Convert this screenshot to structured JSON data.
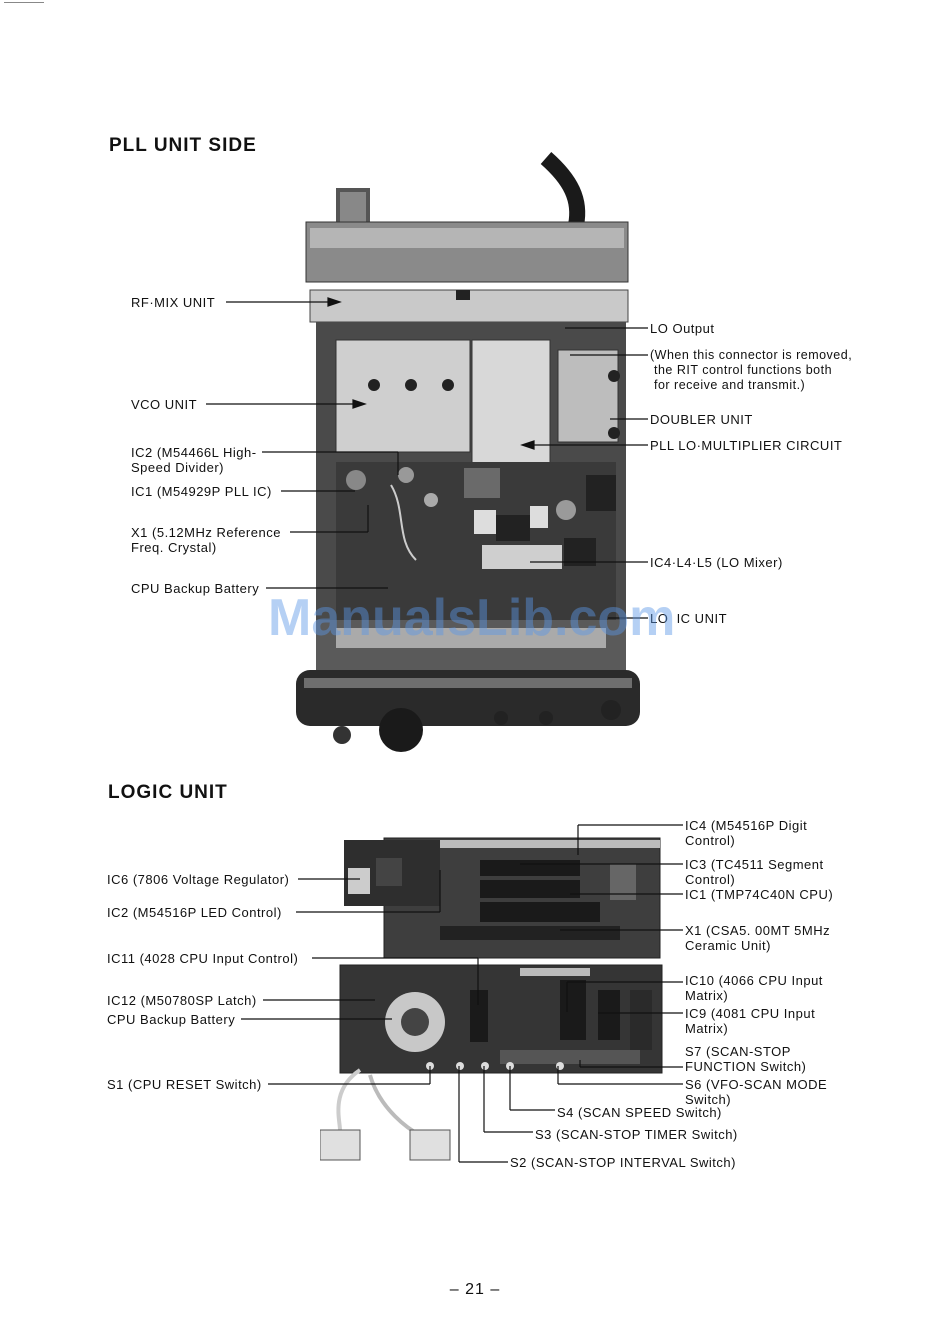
{
  "colors": {
    "ink": "#111111",
    "chassis_dark": "#2a2a2a",
    "chassis_mid": "#6e6e6e",
    "board_dark": "#3a3a3a",
    "shield_light": "#cfcfcf",
    "watermark": "#5a96e6"
  },
  "pll_section": {
    "title": "PLL UNIT SIDE",
    "labels_left": {
      "rf_mix": "RF·MIX UNIT",
      "vco": "VCO UNIT",
      "ic2": "IC2 (M54466L High-\nSpeed Divider)",
      "ic1": "IC1 (M54929P PLL IC)",
      "x1": "X1 (5.12MHz Reference\nFreq. Crystal)",
      "cpu_battery": "CPU Backup Battery"
    },
    "labels_right": {
      "lo_output": "LO Output",
      "lo_note": "(When this connector is removed,\n the RIT control functions both\n for receive and transmit.)",
      "doubler": "DOUBLER UNIT",
      "pll_lo_mult": "PLL LO·MULTIPLIER CIRCUIT",
      "ic4": "IC4·L4·L5 (LO Mixer)",
      "lo_unit": "LO  IC UNIT"
    }
  },
  "logic_section": {
    "title": "LOGIC UNIT",
    "labels_left": {
      "ic6": "IC6 (7806 Voltage Regulator)",
      "ic2": "IC2 (M54516P LED Control)",
      "ic11": "IC11 (4028 CPU Input Control)",
      "ic12": "IC12 (M50780SP Latch)",
      "cpu_battery": "CPU Backup Battery",
      "s1": "S1 (CPU RESET Switch)"
    },
    "labels_right": {
      "ic4": "IC4 (M54516P Digit\nControl)",
      "ic3": "IC3 (TC4511 Segment\nControl)",
      "ic1": "IC1 (TMP74C40N CPU)",
      "x1": "X1 (CSA5. 00MT 5MHz\nCeramic Unit)",
      "ic10": "IC10 (4066 CPU Input\nMatrix)",
      "ic9": "IC9 (4081 CPU Input\nMatrix)",
      "s7": "S7 (SCAN-STOP\nFUNCTION Switch)",
      "s6": "S6 (VFO-SCAN MODE\nSwitch)"
    },
    "labels_bottom": {
      "s4": "S4 (SCAN SPEED Switch)",
      "s3": "S3 (SCAN-STOP TIMER Switch)",
      "s2": "S2 (SCAN-STOP INTERVAL Switch)"
    }
  },
  "watermark": "ManualsLib.com",
  "page_number": "– 21 –"
}
